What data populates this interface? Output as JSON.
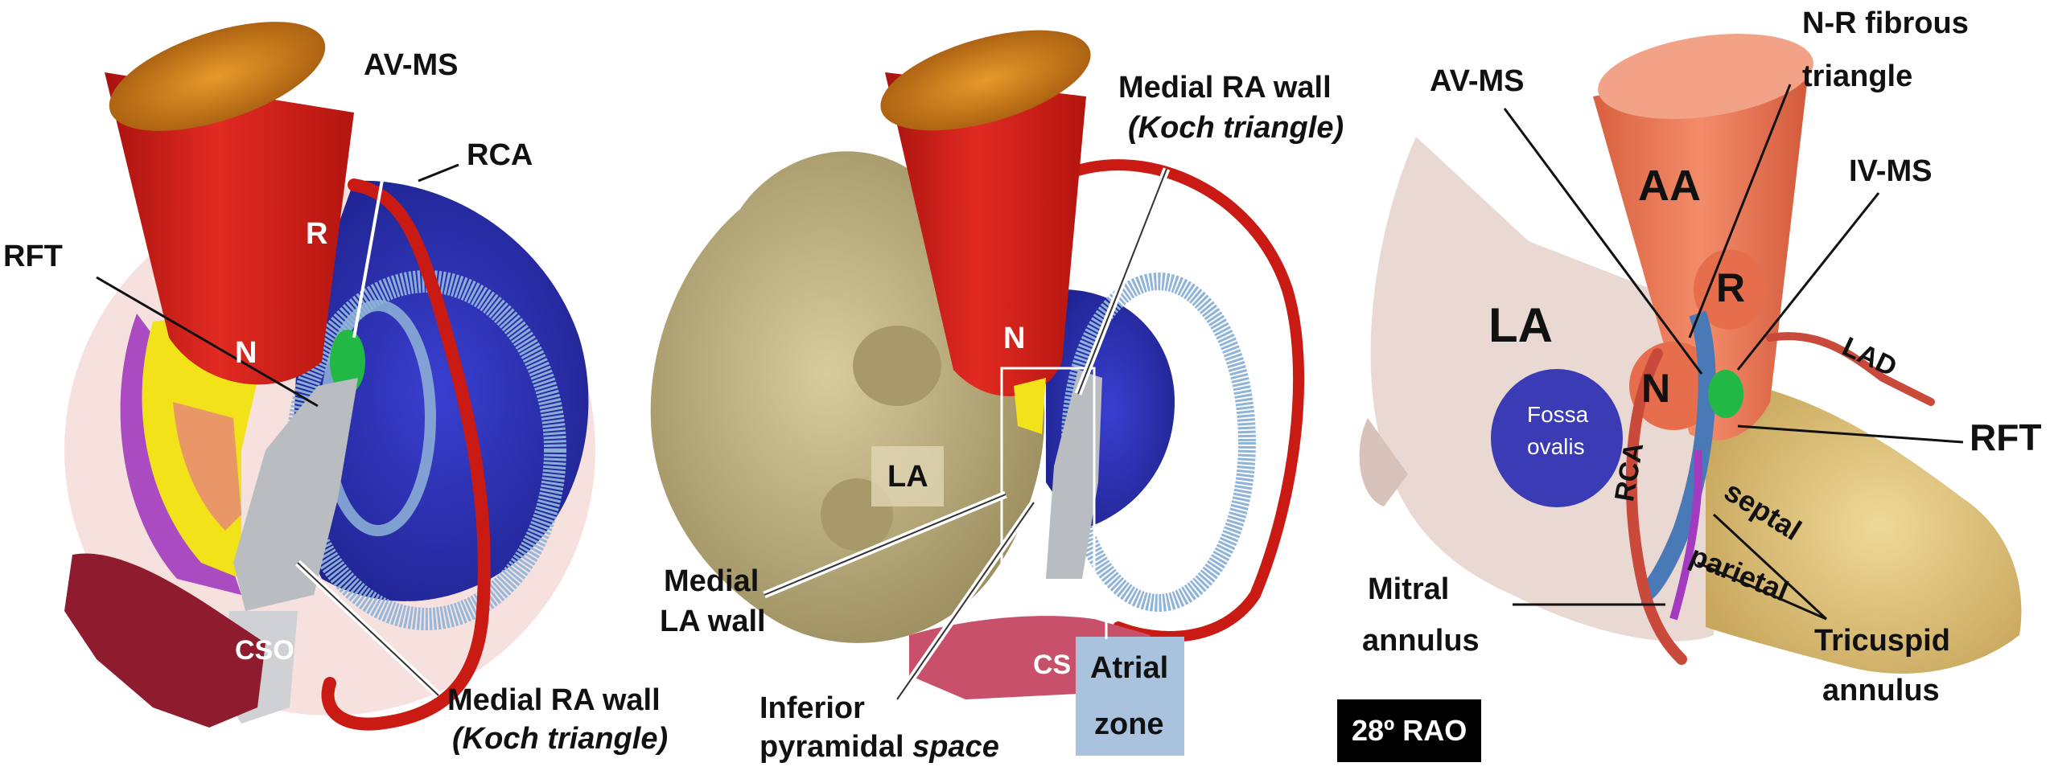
{
  "panel_left": {
    "labels": {
      "av_ms": "AV-MS",
      "rca": "RCA",
      "rft": "RFT",
      "r": "R",
      "n": "N",
      "cso": "CSO",
      "medial_ra_wall": "Medial RA wall",
      "koch_triangle": "(Koch triangle)"
    }
  },
  "panel_middle": {
    "labels": {
      "medial_ra_wall": "Medial RA wall",
      "koch_triangle": "(Koch triangle)",
      "n": "N",
      "la": "LA",
      "medial_la_wall_line1": "Medial",
      "medial_la_wall_line2": "LA wall",
      "inferior_line1": "Inferior",
      "inferior_line2_a": "pyramidal ",
      "inferior_line2_b": "space",
      "cs": "CS",
      "atrial_zone_line1": "Atrial",
      "atrial_zone_line2": "zone"
    }
  },
  "panel_right": {
    "labels": {
      "nr_fibrous_line1": "N-R fibrous",
      "nr_fibrous_line2": "triangle",
      "av_ms": "AV-MS",
      "aa": "AA",
      "iv_ms": "IV-MS",
      "la": "LA",
      "r": "R",
      "n": "N",
      "lad": "LAD",
      "rft": "RFT",
      "fossa_line1": "Fossa",
      "fossa_line2": "ovalis",
      "rca": "RCA",
      "septal": "septal",
      "parietal": "parietal",
      "mitral_line1": "Mitral",
      "mitral_line2": "annulus",
      "tricuspid_line1": "Tricuspid",
      "tricuspid_line2": "annulus",
      "view": "28º RAO"
    }
  },
  "colors": {
    "aorta_red": "#d8221c",
    "rca_red": "#c91a14",
    "blue_region": "#2a2fb8",
    "light_blue_ring": "#8fb4d8",
    "yellow": "#f2e21a",
    "purple": "#a23bbf",
    "green": "#22b845",
    "gray_koch": "#b9bcc1",
    "la_tan": "#c8bb8a",
    "cs_pink": "#c9506a",
    "atrial_zone_box": "#a9c3df",
    "aa_orange": "#ee7f5f",
    "la_pink": "#ead9d2",
    "ventricle_yellow": "#e2c77e",
    "fossa_blue": "#3b3bb5",
    "view_badge_bg": "#000000"
  }
}
